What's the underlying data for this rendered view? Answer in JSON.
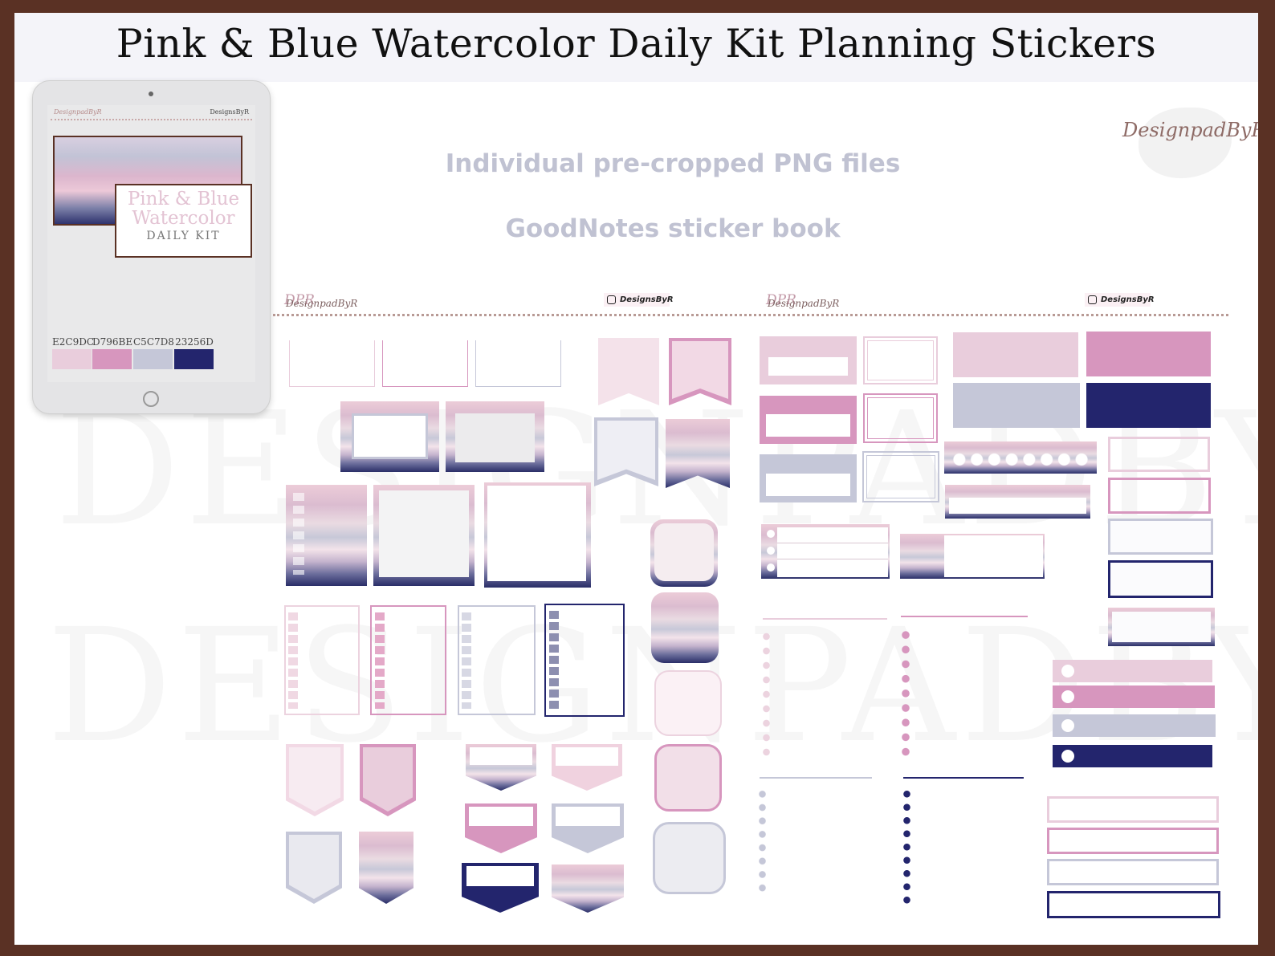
{
  "header": {
    "title": "Pink & Blue Watercolor Daily Kit Planning Stickers"
  },
  "features": {
    "line1": "Individual pre-cropped PNG files",
    "line2": "GoodNotes sticker book"
  },
  "watermark": {
    "text": "DESIGNPADBYR",
    "logo": "DesignpadByR"
  },
  "tablet": {
    "brand_left": "DesignpadByR",
    "brand_right": "DesignsByR",
    "card_title": "Pink & Blue Watercolor",
    "card_subtitle": "DAILY KIT",
    "swatches": [
      {
        "label": "E2C9DC",
        "color": "#e9cddc"
      },
      {
        "label": "D796BE",
        "color": "#d796be"
      },
      {
        "label": "C5C7D8",
        "color": "#c5c7d8"
      },
      {
        "label": "23256D",
        "color": "#23256d"
      }
    ]
  },
  "pages": [
    {
      "logo_mark": "DPR",
      "brand": "DesignpadByR",
      "instagram": "DesignsByR"
    },
    {
      "logo_mark": "DPR",
      "brand": "DesignpadByR",
      "instagram": "DesignsByR"
    }
  ],
  "colors": {
    "light_pink": "#e9cddc",
    "pink": "#d796be",
    "lavender": "#c5c7d8",
    "navy": "#23256d",
    "frame": "#5a3124"
  }
}
